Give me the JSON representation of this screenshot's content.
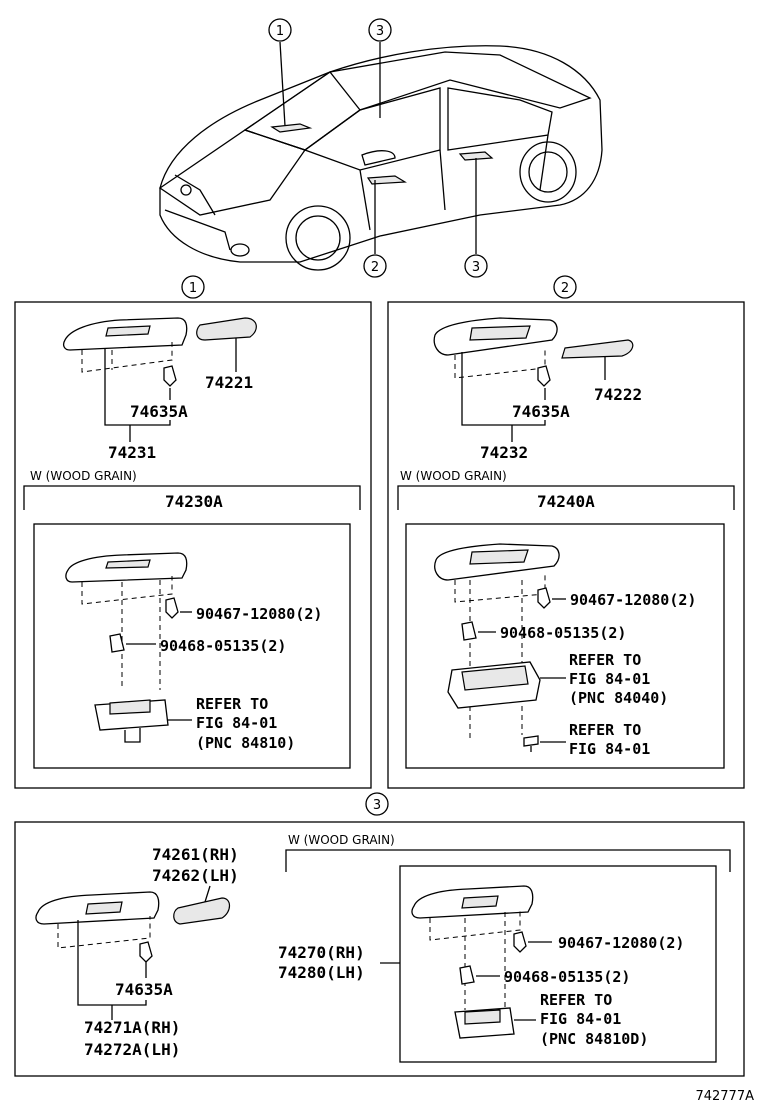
{
  "overview": {
    "callout_1": "1",
    "callout_2_lower": "2",
    "callout_3_upper": "3",
    "callout_3_lower": "3"
  },
  "panel1": {
    "callout": "1",
    "cover_part": "74221",
    "clip_part": "74635A",
    "assy_part": "74231",
    "variant_label": "W (WOOD  GRAIN)",
    "variant_assy": "74230A",
    "clip_a": "90467-12080(2)",
    "clip_b": "90468-05135(2)",
    "refer_1": "REFER TO",
    "refer_2": "FIG 84-01",
    "refer_3": "(PNC 84810)"
  },
  "panel2": {
    "callout": "2",
    "cover_part": "74222",
    "clip_part": "74635A",
    "assy_part": "74232",
    "variant_label": "W (WOOD  GRAIN)",
    "variant_assy": "74240A",
    "clip_a": "90467-12080(2)",
    "clip_b": "90468-05135(2)",
    "refer_1": "REFER TO",
    "refer_2": "FIG 84-01",
    "refer_3": "(PNC 84040)",
    "refer2_1": "REFER TO",
    "refer2_2": "FIG 84-01"
  },
  "panel3": {
    "callout": "3",
    "cover_rh": "74261(RH)",
    "cover_lh": "74262(LH)",
    "clip_part": "74635A",
    "assy_rh": "74271A(RH)",
    "assy_lh": "74272A(LH)",
    "variant_label": "W (WOOD  GRAIN)",
    "variant_rh": "74270(RH)",
    "variant_lh": "74280(LH)",
    "clip_a": "90467-12080(2)",
    "clip_b": "90468-05135(2)",
    "refer_1": "REFER TO",
    "refer_2": "FIG 84-01",
    "refer_3": "(PNC 84810D)"
  },
  "figure_id": "742777A"
}
